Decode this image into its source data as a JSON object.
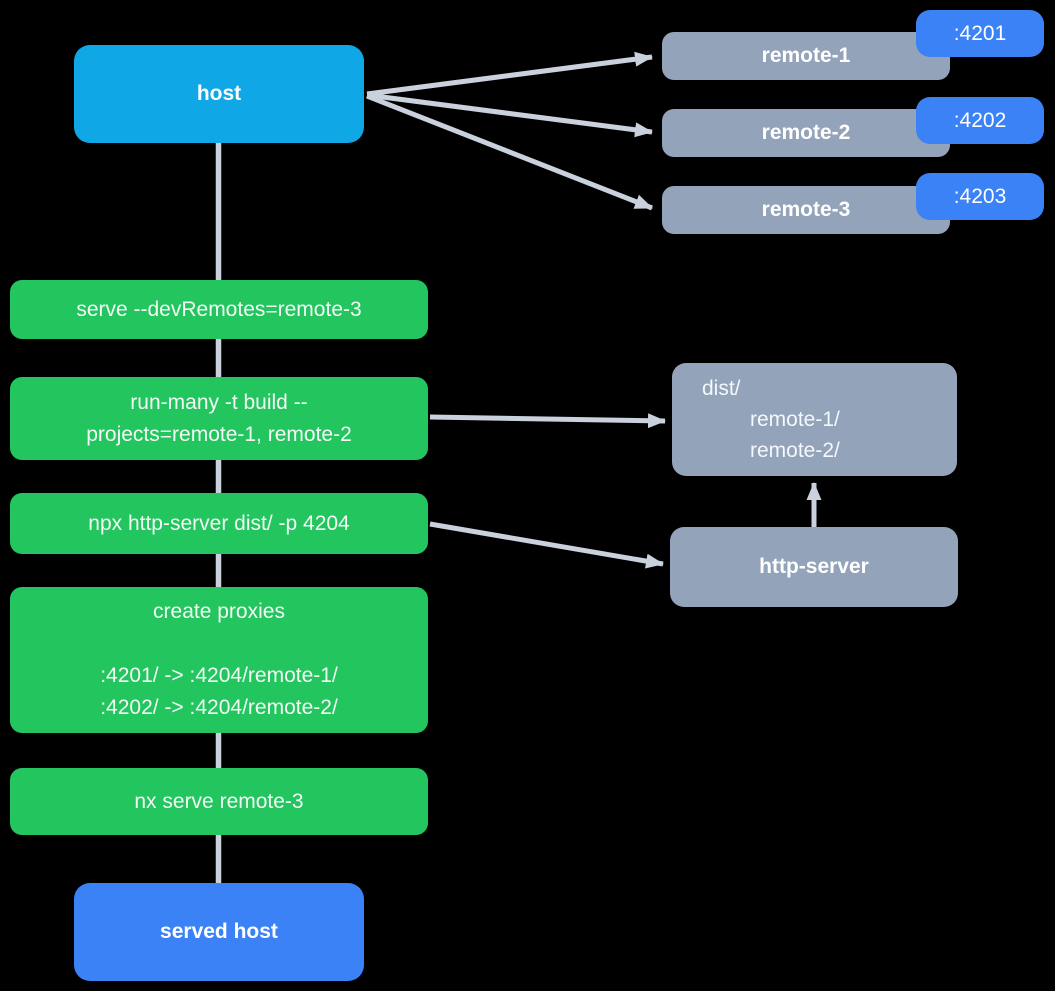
{
  "colors": {
    "background": "#000000",
    "host_blue": "#0FA7E6",
    "action_green": "#23C55E",
    "node_gray": "#93A3B9",
    "port_blue": "#3B82F6",
    "edge_gray": "#C9D1DD",
    "text_white": "#FFFFFF",
    "text_soft": "#F2FAF5"
  },
  "nodes": {
    "host": {
      "label": "host"
    },
    "served_host": {
      "label": "served host"
    },
    "http_server": {
      "label": "http-server"
    },
    "dist": {
      "lines": [
        "dist/",
        "remote-1/",
        "remote-2/"
      ]
    },
    "remotes": [
      {
        "label": "remote-1",
        "port": ":4201"
      },
      {
        "label": "remote-2",
        "port": ":4202"
      },
      {
        "label": "remote-3",
        "port": ":4203"
      }
    ],
    "commands": [
      {
        "lines": [
          "serve --devRemotes=remote-3"
        ]
      },
      {
        "lines": [
          "run-many -t build --",
          "projects=remote-1, remote-2"
        ]
      },
      {
        "lines": [
          "npx http-server dist/ -p 4204"
        ]
      },
      {
        "lines": [
          "create proxies",
          "",
          ":4201/ -> :4204/remote-1/",
          ":4202/ -> :4204/remote-2/"
        ]
      },
      {
        "lines": [
          "nx serve remote-3"
        ]
      }
    ]
  },
  "edges": [
    {
      "from": "host",
      "to": "served host",
      "type": "trunk-line"
    },
    {
      "from": "host",
      "to": "remote-1",
      "type": "arrow"
    },
    {
      "from": "host",
      "to": "remote-2",
      "type": "arrow"
    },
    {
      "from": "host",
      "to": "remote-3",
      "type": "arrow"
    },
    {
      "from": "run-many -t build command",
      "to": "dist/",
      "type": "arrow"
    },
    {
      "from": "npx http-server command",
      "to": "http-server",
      "type": "arrow"
    },
    {
      "from": "http-server",
      "to": "dist/",
      "type": "arrow"
    }
  ]
}
